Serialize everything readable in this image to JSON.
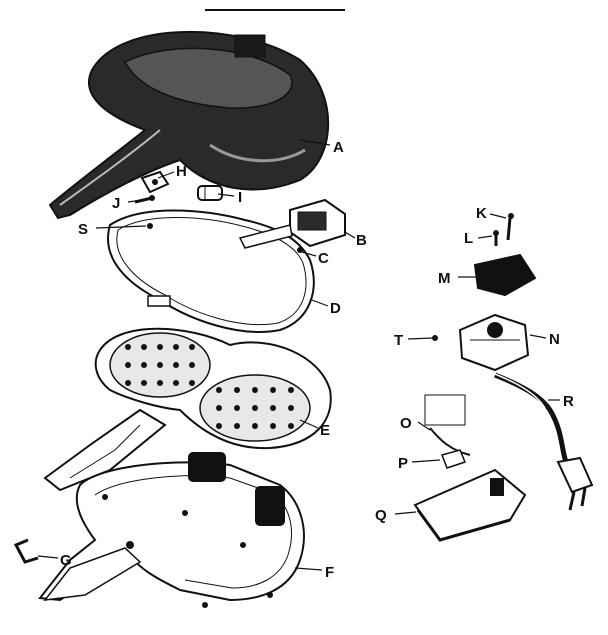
{
  "colors": {
    "ink": "#111111",
    "paper": "#ffffff",
    "shade": "#2a2a2a"
  },
  "labels": {
    "A": "A",
    "B": "B",
    "C": "C",
    "D": "D",
    "E": "E",
    "F": "F",
    "G": "G",
    "H": "H",
    "I": "I",
    "J": "J",
    "K": "K",
    "L": "L",
    "M": "M",
    "N": "N",
    "O": "O",
    "P": "P",
    "Q": "Q",
    "R": "R",
    "S": "S",
    "T": "T"
  }
}
